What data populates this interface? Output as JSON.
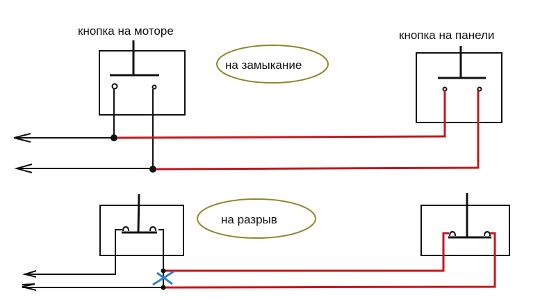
{
  "diagram": {
    "title_top_left": "кнопка на моторе",
    "title_top_right": "кнопка на панели",
    "mode_closing": "на замыкание",
    "mode_breaking": "на разрыв",
    "colors": {
      "wire_external": "#c4161c",
      "wire_internal": "#111111",
      "oval_outline": "#8a8a2a",
      "break_mark": "#2f7fd1"
    },
    "icons": {
      "arrow": "arrow-left-icon",
      "junction": "junction-dot-icon",
      "cut": "cross-mark-icon"
    }
  }
}
